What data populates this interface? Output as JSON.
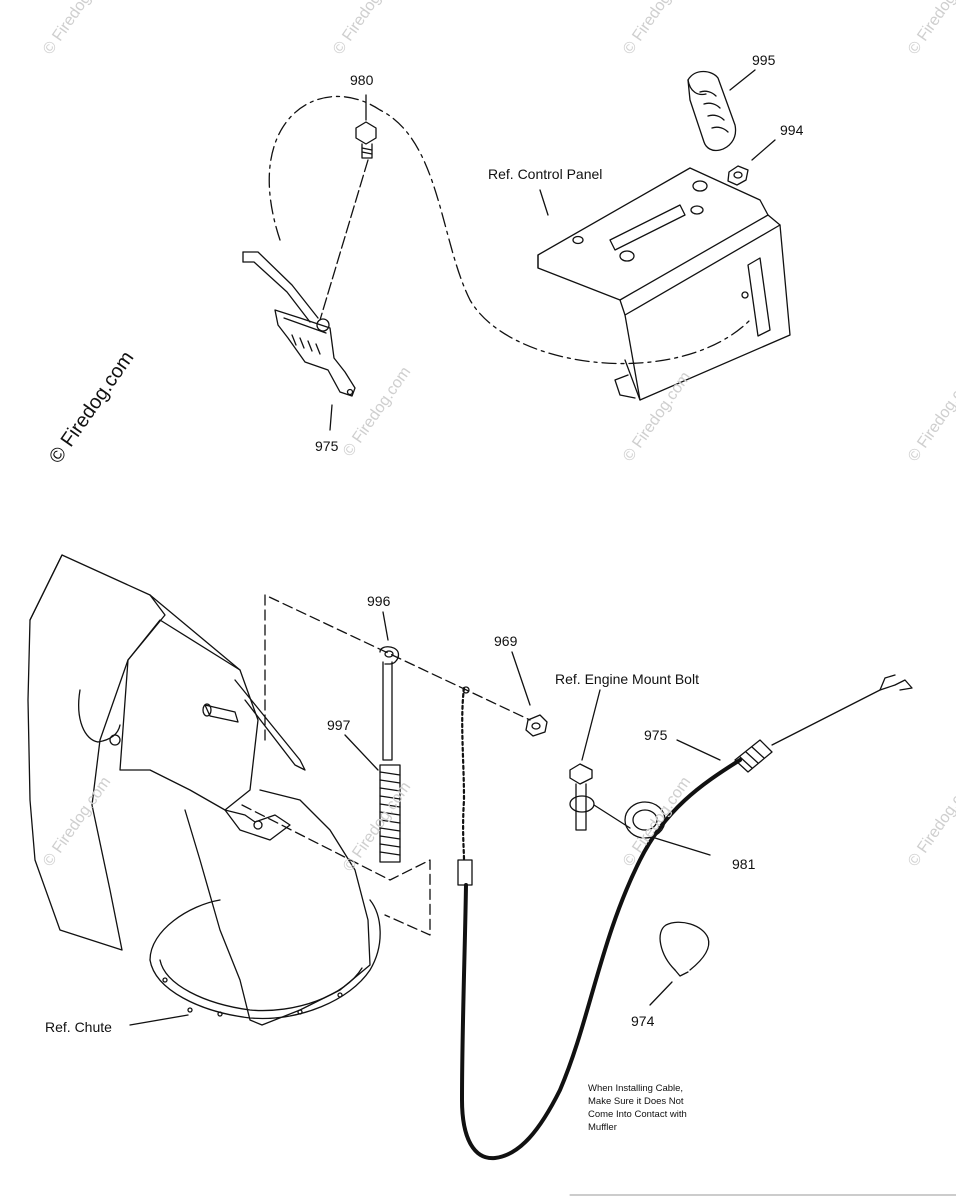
{
  "watermark": {
    "text": "© Firedog.com"
  },
  "labels": {
    "p980": "980",
    "p995": "995",
    "p994": "994",
    "control_panel": "Ref. Control Panel",
    "p975_top": "975",
    "p996": "996",
    "p969": "969",
    "engine_mount": "Ref. Engine Mount Bolt",
    "p975_bottom": "975",
    "p997": "997",
    "p981": "981",
    "p974": "974",
    "chute": "Ref.  Chute"
  },
  "note": {
    "line1": "When Installing Cable,",
    "line2": "Make Sure it Does Not",
    "line3": "Come Into Contact with",
    "line4": "Muffler"
  }
}
